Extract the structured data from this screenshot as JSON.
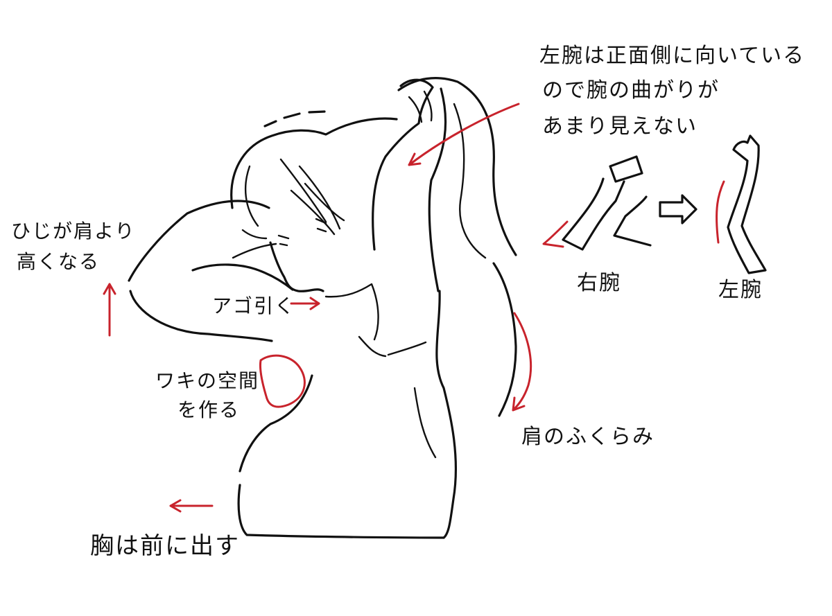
{
  "annotations": {
    "left_arm_note_line1": "左腕は正面側に向いている",
    "left_arm_note_line2": "ので腕の曲がりが",
    "left_arm_note_line3": "あまり見えない",
    "elbow_note_line1": "ひじが肩より",
    "elbow_note_line2": "高くなる",
    "chin_note": "アゴ引く",
    "armpit_note_line1": "ワキの空間",
    "armpit_note_line2": "を作る",
    "shoulder_note": "肩のふくらみ",
    "chest_note": "胸は前に出す",
    "right_arm_label": "右腕",
    "left_arm_label": "左腕"
  },
  "colors": {
    "line": "#111111",
    "accent": "#c8232c",
    "background": "#ffffff"
  }
}
